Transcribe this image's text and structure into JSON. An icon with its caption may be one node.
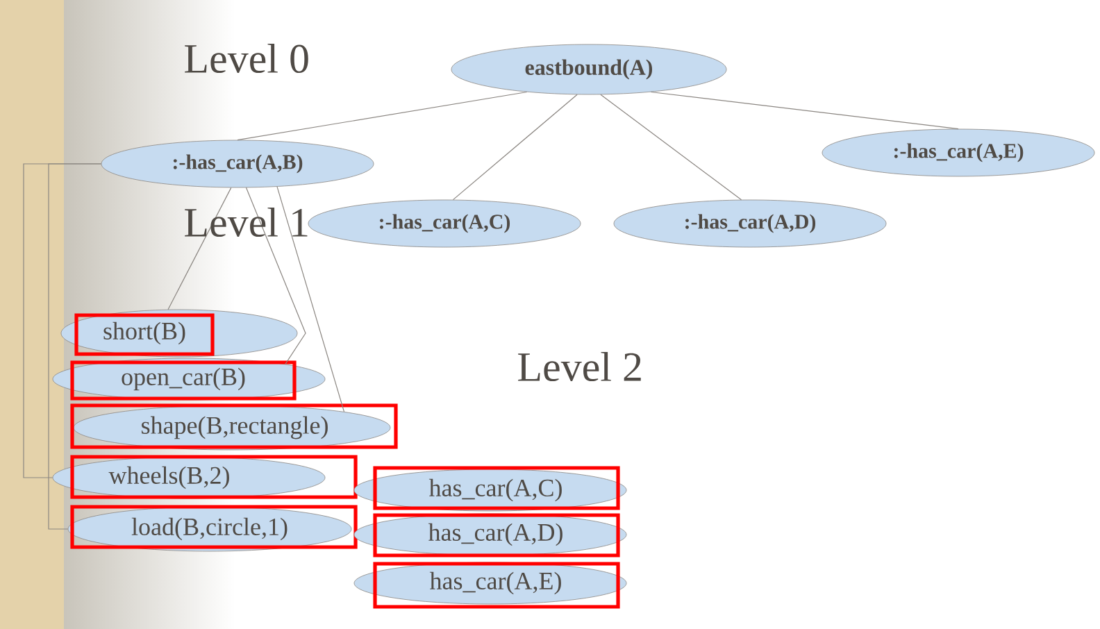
{
  "diagram": {
    "nodes": [
      {
        "text": [
          "eastbound(A)"
        ]
      },
      {
        "text": [
          ":-has_car(A,B)"
        ]
      },
      {
        "text": [
          ":-has_car(A,C)"
        ]
      },
      {
        "text": [
          ":-has_car(A,D)"
        ]
      },
      {
        "text": [
          ":-has_car(A,E)"
        ]
      },
      {
        "text": [
          "short(B)"
        ]
      },
      {
        "text": [
          "open_car(B)"
        ]
      },
      {
        "text": [
          "shape(B,rectangle)"
        ]
      },
      {
        "text": [
          "wheels(B,2)"
        ]
      },
      {
        "text": [
          "load(B,circle,1)"
        ]
      },
      {
        "text": [
          "has_car(A,C)"
        ]
      },
      {
        "text": [
          "has_car(A,D)"
        ]
      },
      {
        "text": [
          "has_car(A,E)"
        ]
      }
    ],
    "edges": [
      {
        "from": 0,
        "to": 1,
        "arrow": "none"
      },
      {
        "from": 0,
        "to": 2,
        "arrow": "none"
      },
      {
        "from": 0,
        "to": 3,
        "arrow": "none"
      },
      {
        "from": 0,
        "to": 4,
        "arrow": "none"
      },
      {
        "from": 1,
        "to": 5,
        "arrow": "none"
      },
      {
        "from": 1,
        "to": 6,
        "arrow": "none"
      },
      {
        "from": 1,
        "to": 7,
        "arrow": "none"
      },
      {
        "from": 1,
        "to": 8,
        "arrow": "none"
      },
      {
        "from": 1,
        "to": 9,
        "arrow": "none"
      }
    ],
    "labels": [
      "Level 0",
      "Level 1",
      "Level 2"
    ]
  }
}
